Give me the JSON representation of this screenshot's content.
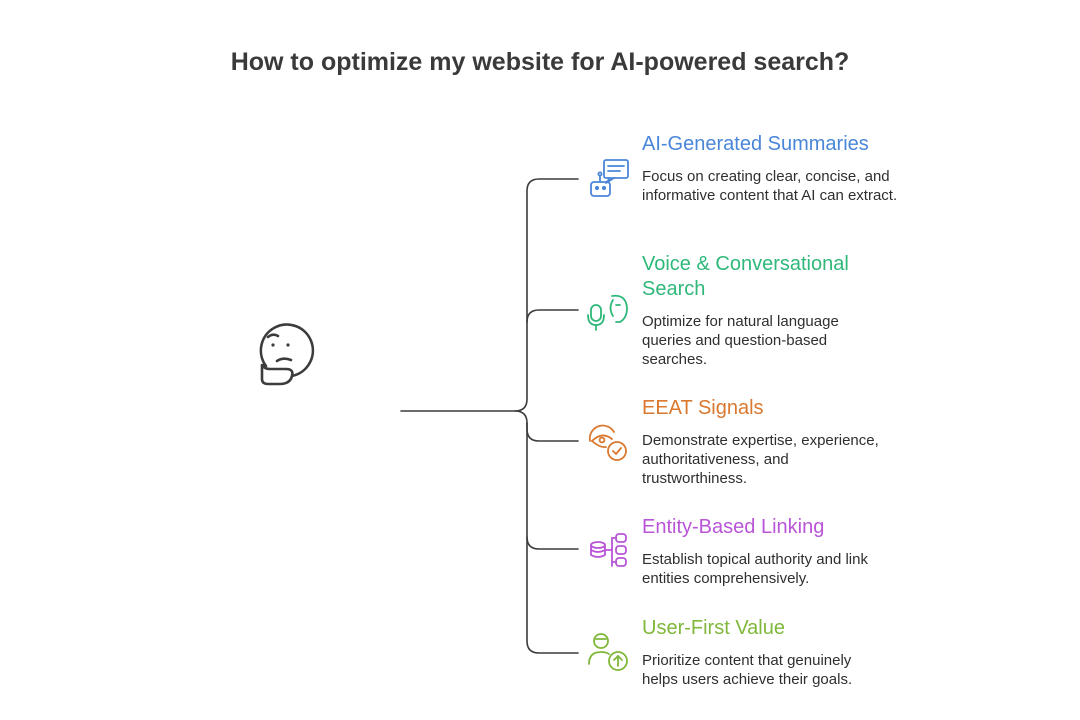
{
  "title": "How to optimize my website for AI-powered search?",
  "center_icon": "thinking-face-icon",
  "branches": [
    {
      "title": "AI-Generated Summaries",
      "description": "Focus on creating clear, concise, and informative content that AI can extract.",
      "color": "#4a86d8",
      "icon": "robot-chat-icon"
    },
    {
      "title": "Voice & Conversational Search",
      "description": "Optimize for natural language queries and question-based searches.",
      "color": "#2fb87a",
      "icon": "microphone-voice-icon"
    },
    {
      "title": "EEAT Signals",
      "description": "Demonstrate expertise, experience, authoritativeness, and trustworthiness.",
      "color": "#d9782e",
      "icon": "eye-check-icon"
    },
    {
      "title": "Entity-Based Linking",
      "description": "Establish topical authority and link entities comprehensively.",
      "color": "#b955d6",
      "icon": "database-tree-icon"
    },
    {
      "title": "User-First Value",
      "description": "Prioritize content that genuinely helps users achieve their goals.",
      "color": "#7fb83a",
      "icon": "user-upgrade-icon"
    }
  ]
}
